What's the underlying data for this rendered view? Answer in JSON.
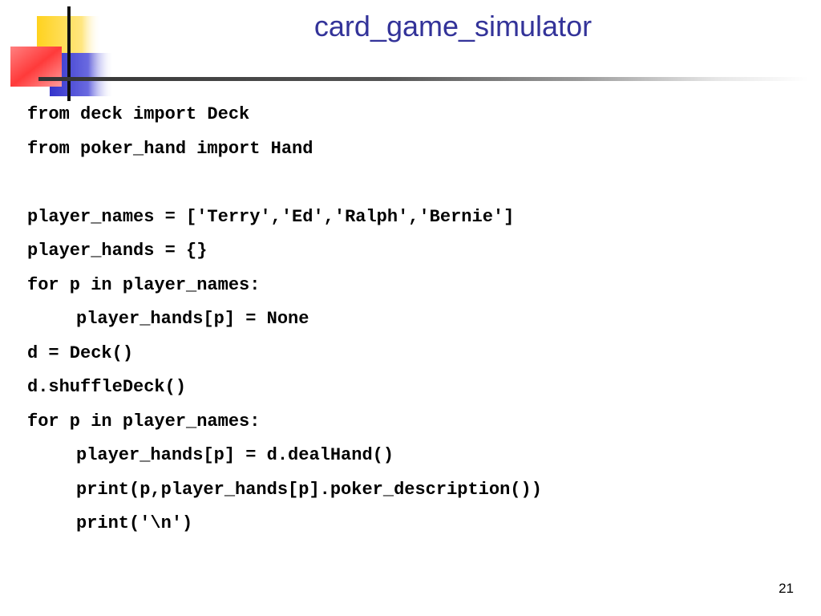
{
  "slide": {
    "title": "card_game_simulator",
    "page_number": "21",
    "colors": {
      "title": "#333399",
      "logo_yellow": "#FFD21E",
      "logo_red": "#FF3A3A",
      "logo_blue": "#3333CC"
    }
  },
  "code": {
    "lines": [
      "from deck import Deck",
      "from poker_hand import Hand",
      "",
      "player_names = ['Terry','Ed','Ralph','Bernie']",
      "player_hands = {}",
      "for p in player_names:",
      "player_hands[p] = None",
      "d = Deck()",
      "d.shuffleDeck()",
      "for p in player_names:",
      "player_hands[p] = d.dealHand()",
      "print(p,player_hands[p].poker_description())",
      "print('\\n')"
    ]
  }
}
